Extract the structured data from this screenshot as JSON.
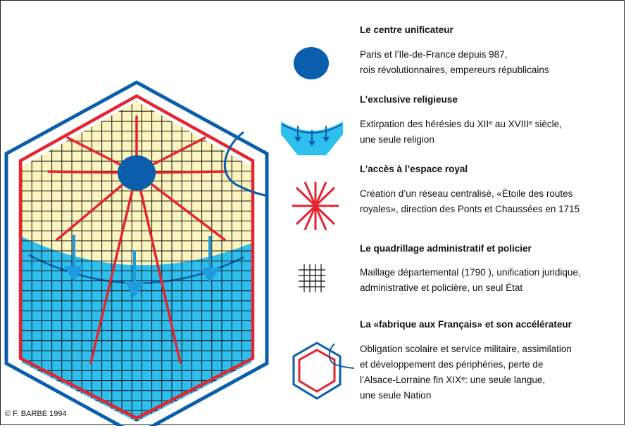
{
  "legend": [
    {
      "id": "center",
      "icon": "dark-blue-circle-icon",
      "title": "Le centre unificateur",
      "lines": [
        "Paris et l’Ile-de-France depuis 987,",
        "rois révolutionnaires, empereurs républicains"
      ]
    },
    {
      "id": "religion",
      "icon": "blue-arrow-band-icon",
      "title": "L’exclusive religieuse",
      "lines": [
        "Extirpation des hérésies du XIIᵉ au XVIIIᵉ siècle,",
        "une seule religion"
      ]
    },
    {
      "id": "royal",
      "icon": "red-star-icon",
      "title": "L’accès à l’espace royal",
      "lines": [
        "Création d’un réseau centralisé, «Étoile des routes",
        "royales», direction des Ponts et Chaussées en 1715"
      ]
    },
    {
      "id": "grid",
      "icon": "grid-icon",
      "title": "Le quadrillage administratif et policier",
      "lines": [
        "Maillage départemental (1790 ), unification juridique,",
        "administrative et policière, un seul État"
      ]
    },
    {
      "id": "fabric",
      "icon": "double-hexagon-icon",
      "title": "La «fabrique aux Français» et son accélérateur",
      "lines": [
        "Obligation scolaire et service militaire, assimilation",
        "et développement des périphéries, perte de",
        "l’Alsace-Lorraine fin XIXᵉ: une seule langue,",
        "une seule Nation"
      ]
    }
  ],
  "copyright": "© F. BARBE 1994",
  "colors": {
    "dark_blue": "#0a5eab",
    "light_blue": "#2fbfee",
    "red": "#e32530",
    "cream": "#fdf5c0",
    "black": "#111111"
  }
}
